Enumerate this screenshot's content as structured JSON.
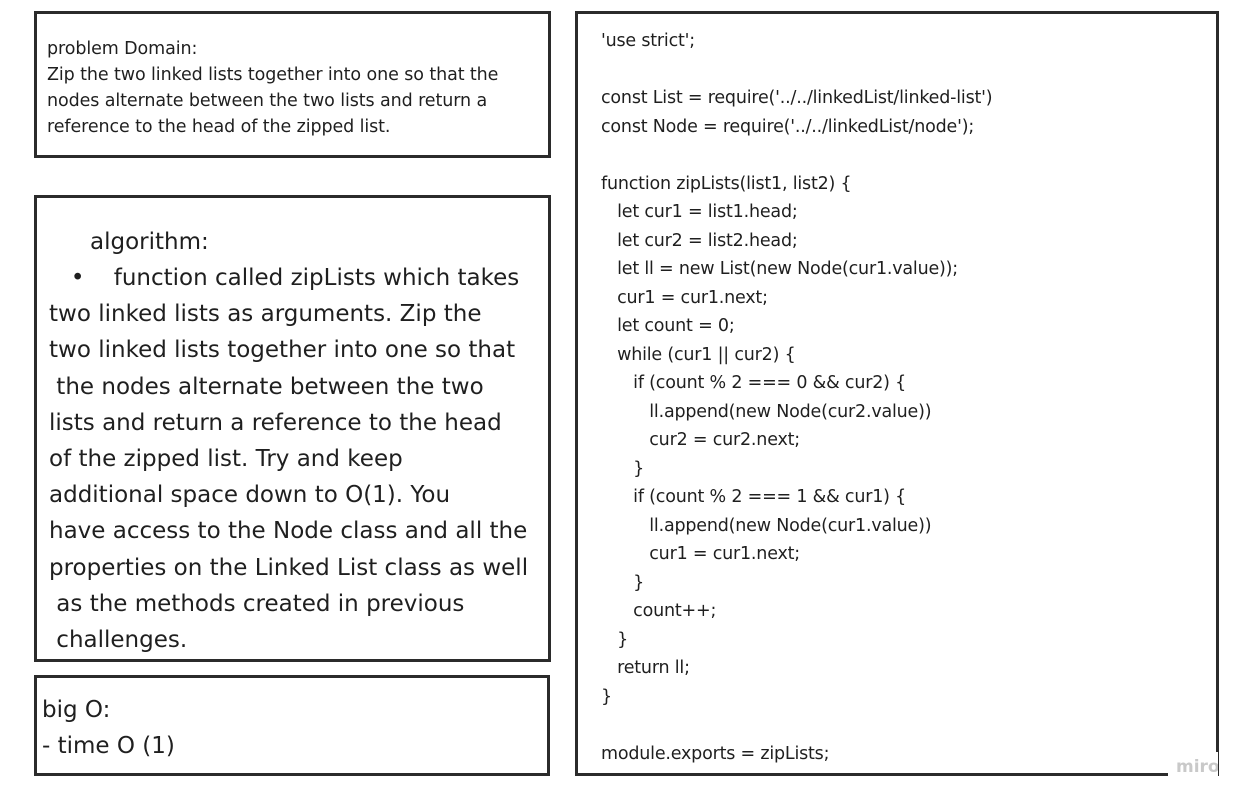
{
  "problem": {
    "heading": "problem Domain:",
    "text": "Zip the two linked lists together into one so that the nodes alternate between the two lists and return a reference to the head of the zipped list."
  },
  "algorithm": {
    "heading": "algorithm:",
    "lines": [
      "   •    function called zipLists which takes",
      "two linked lists as arguments. Zip the",
      "two linked lists together into one so that",
      " the nodes alternate between the two",
      "lists and return a reference to the head",
      "of the zipped list. Try and keep",
      "additional space down to O(1). You",
      "have access to the Node class and all the",
      "properties on the Linked List class as well",
      " as the methods created in previous",
      " challenges."
    ]
  },
  "big_o": {
    "heading": "big O:",
    "time": "- time O (1)"
  },
  "code": {
    "lines": [
      "'use strict';",
      "",
      "const List = require('../../linkedList/linked-list')",
      "const Node = require('../../linkedList/node');",
      "",
      "function zipLists(list1, list2) {",
      "   let cur1 = list1.head;",
      "   let cur2 = list2.head;",
      "   let ll = new List(new Node(cur1.value));",
      "   cur1 = cur1.next;",
      "   let count = 0;",
      "   while (cur1 || cur2) {",
      "      if (count % 2 === 0 && cur2) {",
      "         ll.append(new Node(cur2.value))",
      "         cur2 = cur2.next;",
      "      }",
      "      if (count % 2 === 1 && cur1) {",
      "         ll.append(new Node(cur1.value))",
      "         cur1 = cur1.next;",
      "      }",
      "      count++;",
      "   }",
      "   return ll;",
      "}",
      "",
      "module.exports = zipLists;"
    ]
  },
  "watermark": "miro",
  "colors": {
    "border": "#2b2b2b",
    "text": "#1f1f1f",
    "watermark": "#c9c9c9"
  }
}
